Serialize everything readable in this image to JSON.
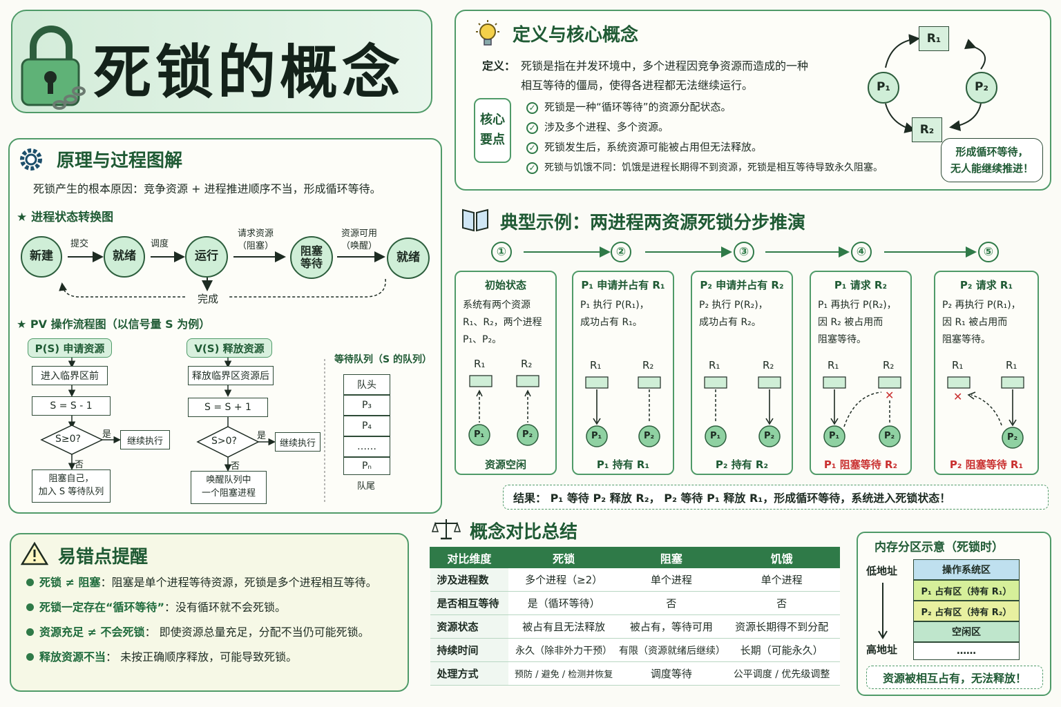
{
  "header": {
    "title": "死锁的概念"
  },
  "principle": {
    "title": "原理与过程图解",
    "cause": "死锁产生的根本原因：竞争资源 + 进程推进顺序不当，形成循环等待。",
    "state_title": "进程状态转换图",
    "states": [
      "新建",
      "就绪",
      "运行",
      "阻塞\n等待",
      "就绪"
    ],
    "edges": [
      "提交",
      "调度",
      "请求资源\n（阻塞）",
      "资源可用\n（唤醒）"
    ],
    "done": "完成",
    "pv_title": "PV 操作流程图（以信号量 S 为例）",
    "p": {
      "title": "P(S) 申请资源",
      "step1": "进入临界区前",
      "step2": "S = S - 1",
      "cond": "S≥0?",
      "yes": "是",
      "no": "否",
      "cont": "继续执行",
      "block": "阻塞自己，\n加入 S 等待队列"
    },
    "v": {
      "title": "V(S) 释放资源",
      "step1": "释放临界区资源后",
      "step2": "S = S + 1",
      "cond": "S>0?",
      "yes": "是",
      "no": "否",
      "cont": "继续执行",
      "wake": "唤醒队列中\n一个阻塞进程"
    },
    "queue": {
      "title": "等待队列（S 的队列）",
      "cells": [
        "队头",
        "P₃",
        "P₄",
        "……",
        "Pₙ"
      ],
      "tail": "队尾"
    }
  },
  "definition": {
    "title": "定义与核心概念",
    "label": "定义：",
    "text1": "死锁是指在并发环境中，多个进程因竞争资源而造成的一种",
    "text2": "相互等待的僵局，使得各进程都无法继续运行。",
    "key_label": "核心\n要点",
    "points": [
      "死锁是一种“循环等待”的资源分配状态。",
      "涉及多个进程、多个资源。",
      "死锁发生后，系统资源可能被占用但无法释放。",
      "死锁与饥饿不同：饥饿是进程长期得不到资源，死锁是相互等待导致永久阻塞。"
    ],
    "cycle": {
      "r1": "R₁",
      "r2": "R₂",
      "p1": "P₁",
      "p2": "P₂"
    },
    "bubble": "形成循环等待，\n无人能继续推进！"
  },
  "example": {
    "title": "典型示例：两进程两资源死锁分步推演",
    "nums": [
      "①",
      "②",
      "③",
      "④",
      "⑤"
    ],
    "steps": [
      {
        "title": "初始状态",
        "desc": "系统有两个资源\nR₁、R₂，两个进程\nP₁、P₂。",
        "footer": "资源空闲",
        "r_left": "R₁",
        "r_right": "R₂",
        "p_left": "P₁",
        "p_right": "P₂"
      },
      {
        "title": "P₁ 申请并占有 R₁",
        "desc": "P₁ 执行 P(R₁)，\n成功占有 R₁。",
        "footer": "P₁ 持有 R₁",
        "r_left": "R₁",
        "r_right": "R₂",
        "p_left": "P₁",
        "p_right": "P₂"
      },
      {
        "title": "P₂ 申请并占有 R₂",
        "desc": "P₂ 执行 P(R₂)，\n成功占有 R₂。",
        "footer": "P₂ 持有 R₂",
        "r_left": "R₁",
        "r_right": "R₂",
        "p_left": "P₁",
        "p_right": "P₂"
      },
      {
        "title": "P₁ 请求 R₂",
        "desc": "P₁ 再执行 P(R₂)，\n因 R₂ 被占用而\n阻塞等待。",
        "footer": "P₁ 阻塞等待 R₂",
        "r_left": "R₁",
        "r_right": "R₂",
        "p_left": "P₁",
        "p_right": "P₂"
      },
      {
        "title": "P₂ 请求 R₁",
        "desc": "P₂ 再执行 P(R₁)，\n因 R₁ 被占用而\n阻塞等待。",
        "footer": "P₂ 阻塞等待 R₁",
        "r_left": "R₁",
        "r_right": "R₁",
        "p_left": "",
        "p_right": "P₂"
      }
    ],
    "result": "结果：  P₁ 等待 P₂ 释放 R₂， P₂ 等待 P₁ 释放 R₁，形成循环等待，系统进入死锁状态！"
  },
  "mistakes": {
    "title": "易错点提醒",
    "items": [
      {
        "key": "死锁 ≠ 阻塞",
        "text": "：阻塞是单个进程等待资源，死锁是多个进程相互等待。"
      },
      {
        "key": "死锁一定存在“循环等待”",
        "text": "：没有循环就不会死锁。"
      },
      {
        "key": "资源充足 ≠ 不会死锁",
        "text": "： 即使资源总量充足，分配不当仍可能死锁。"
      },
      {
        "key": "释放资源不当",
        "text": "： 未按正确顺序释放，可能导致死锁。"
      }
    ]
  },
  "compare": {
    "title": "概念对比总结",
    "headers": [
      "对比维度",
      "死锁",
      "阻塞",
      "饥饿"
    ],
    "rows": [
      [
        "涉及进程数",
        "多个进程（≥2）",
        "单个进程",
        "单个进程"
      ],
      [
        "是否相互等待",
        "是（循环等待）",
        "否",
        "否"
      ],
      [
        "资源状态",
        "被占有且无法释放",
        "被占有，等待可用",
        "资源长期得不到分配"
      ],
      [
        "持续时间",
        "永久（除非外力干预）",
        "有限（资源就绪后继续）",
        "长期（可能永久）"
      ],
      [
        "处理方式",
        "预防 / 避免 / 检测并恢复",
        "调度等待",
        "公平调度 / 优先级调整"
      ]
    ]
  },
  "memory": {
    "title": "内存分区示意（死锁时）",
    "low": "低地址",
    "high": "高地址",
    "blocks": [
      "操作系统区",
      "P₁ 占有区（持有 R₁）",
      "P₂ 占有区（持有 R₂）",
      "空闲区",
      "……"
    ],
    "note": "资源被相互占有，无法释放！"
  },
  "colors": {
    "accent": "#2f7a48",
    "light": "#cfeed7",
    "red": "#c93030"
  }
}
